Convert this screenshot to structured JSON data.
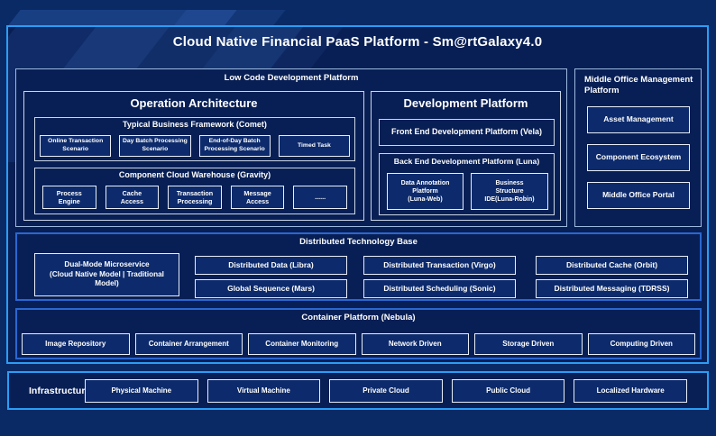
{
  "colors": {
    "background": "#0a2a66",
    "panel_fill": "#081f55",
    "outer_border": "#2b9df4",
    "inner_blue_border": "#2a67d2",
    "light_box_border": "#e9eef6",
    "text": "#ffffff"
  },
  "header": {
    "title": "Cloud Native Financial PaaS Platform - Sm@rtGalaxy4.0"
  },
  "low_code": {
    "title": "Low Code Development Platform",
    "operation_architecture": {
      "title": "Operation Architecture",
      "business_framework": {
        "title": "Typical Business Framework (Comet)",
        "items": [
          "Online Transaction\nScenario",
          "Day Batch Processing\nScenario",
          "End-of-Day Batch\nProcessing Scenario",
          "Timed Task"
        ]
      },
      "cloud_warehouse": {
        "title": "Component Cloud Warehouse (Gravity)",
        "items": [
          "Process\nEngine",
          "Cache\nAccess",
          "Transaction\nProcessing",
          "Message\nAccess",
          "......"
        ]
      }
    },
    "development_platform": {
      "title": "Development Platform",
      "front_end": "Front End Development Platform (Vela)",
      "back_end": {
        "title": "Back End Development Platform (Luna)",
        "items": [
          "Data Annotation\nPlatform\n(Luna-Web)",
          "Business\nStructure\nIDE(Luna-Robin)"
        ]
      }
    }
  },
  "middle_office": {
    "title": "Middle Office Management\nPlatform",
    "items": [
      "Asset Management",
      "Component Ecosystem",
      "Middle Office Portal"
    ]
  },
  "distributed_base": {
    "title": "Distributed Technology Base",
    "dual_mode": "Dual-Mode Microservice\n(Cloud Native Model | Traditional\nModel)",
    "grid": [
      [
        "Distributed Data (Libra)",
        "Distributed Transaction (Virgo)",
        "Distributed Cache (Orbit)"
      ],
      [
        "Global Sequence (Mars)",
        "Distributed Scheduling (Sonic)",
        "Distributed Messaging (TDRSS)"
      ]
    ]
  },
  "container_platform": {
    "title": "Container Platform (Nebula)",
    "items": [
      "Image Repository",
      "Container Arrangement",
      "Container Monitoring",
      "Network Driven",
      "Storage Driven",
      "Computing Driven"
    ]
  },
  "infrastructure": {
    "title": "Infrastructure",
    "items": [
      "Physical Machine",
      "Virtual Machine",
      "Private Cloud",
      "Public Cloud",
      "Localized Hardware"
    ]
  }
}
